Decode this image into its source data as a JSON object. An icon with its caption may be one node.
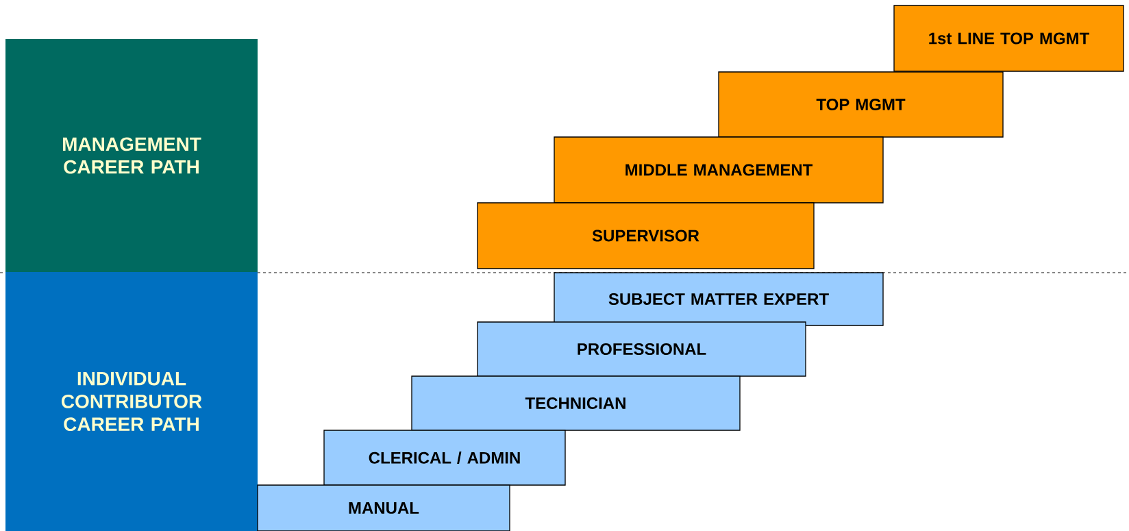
{
  "diagram": {
    "nodes": [
      {
        "text": [
          "MANAGEMENT CAREER PATH"
        ]
      },
      {
        "text": [
          "INDIVIDUAL CONTRIBUTOR CAREER PATH"
        ]
      },
      {
        "text": [
          "1st LINE TOP MGMT"
        ]
      },
      {
        "text": [
          "TOP MGMT"
        ]
      },
      {
        "text": [
          "MIDDLE MANAGEMENT"
        ]
      },
      {
        "text": [
          "SUPERVISOR"
        ]
      },
      {
        "text": [
          "SUBJECT MATTER EXPERT"
        ]
      },
      {
        "text": [
          "PROFESSIONAL"
        ]
      },
      {
        "text": [
          "TECHNICIAN"
        ]
      },
      {
        "text": [
          "CLERICAL / ADMIN"
        ]
      },
      {
        "text": [
          "MANUAL"
        ]
      }
    ]
  }
}
